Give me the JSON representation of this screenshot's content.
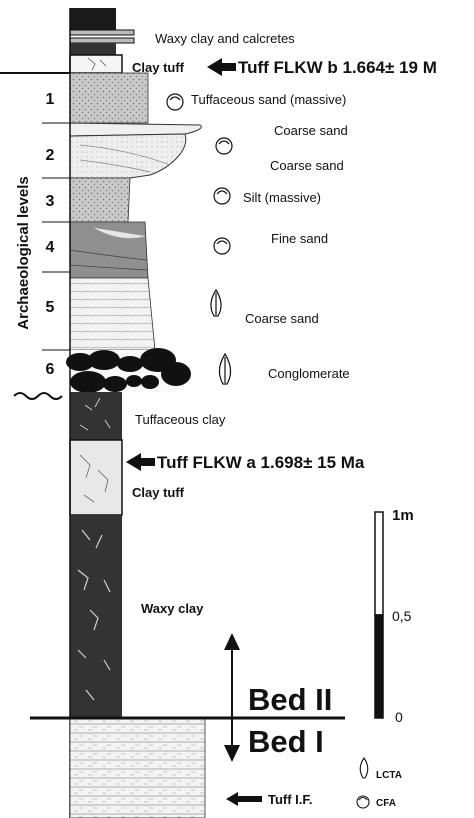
{
  "labels": {
    "waxy_clay_calcretes": "Waxy clay and calcretes",
    "clay_tuff_top": "Clay tuff",
    "tuff_b": "Tuff FLKW b 1.664±  19 M",
    "tuffaceous_sand": "Tuffaceous sand (massive)",
    "coarse_sand_1": "Coarse sand",
    "coarse_sand_2": "Coarse sand",
    "silt": "Silt (massive)",
    "fine_sand": "Fine sand",
    "coarse_sand_3": "Coarse sand",
    "conglomerate": "Conglomerate",
    "tuffaceous_clay": "Tuffaceous clay",
    "tuff_a": "Tuff FLKW a 1.698±  15 Ma",
    "clay_tuff_mid": "Clay tuff",
    "waxy_clay": "Waxy clay",
    "bed_ii": "Bed II",
    "bed_i": "Bed I",
    "tuff_if": "Tuff I.F.",
    "archaeological_levels": "Archaeological levels"
  },
  "levels": [
    "1",
    "2",
    "3",
    "4",
    "5",
    "6"
  ],
  "scale": {
    "top": "1m",
    "mid": "0,5",
    "bottom": "0"
  },
  "legend": {
    "lcta": "LCTA",
    "cfa": "CFA"
  }
}
